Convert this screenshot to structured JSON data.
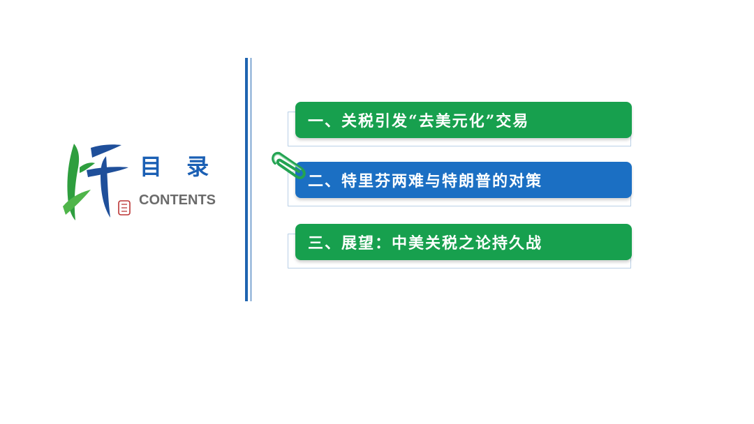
{
  "header": {
    "title_cn": "目 录",
    "title_en": "CONTENTS"
  },
  "menu": {
    "items": [
      {
        "label": "一、关税引发“去美元化”交易",
        "color": "#17a04e"
      },
      {
        "label": "二、特里芬两难与特朗普的对策",
        "color": "#1b6fc3"
      },
      {
        "label": "三、展望：中美关税之论持久战",
        "color": "#17a04e"
      }
    ]
  },
  "icons": {
    "logo": "brush-calligraphy-logo",
    "clip": "paperclip-icon"
  },
  "colors": {
    "accent_blue": "#1f64b0",
    "green": "#17a04e",
    "blue": "#1b6fc3"
  }
}
